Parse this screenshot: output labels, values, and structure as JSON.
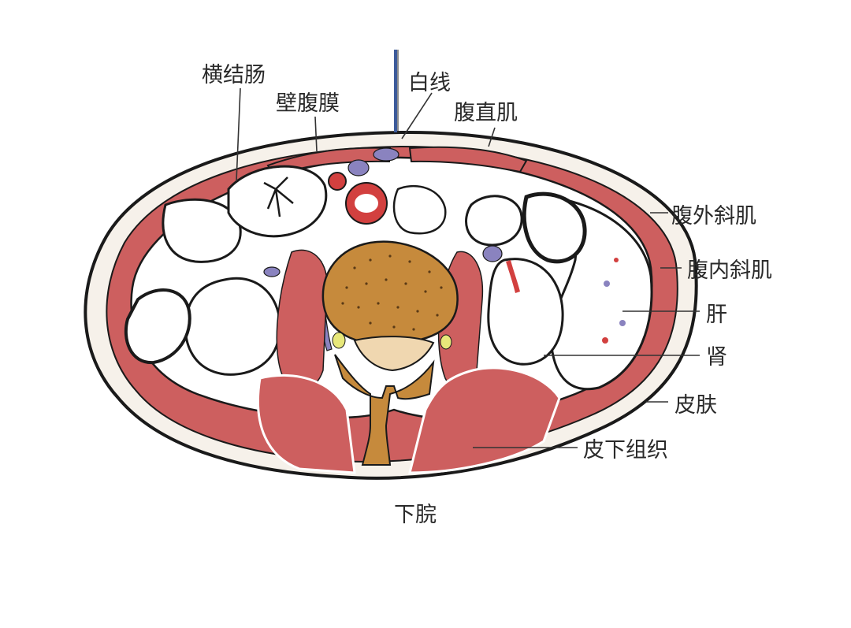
{
  "diagram": {
    "labels": {
      "transverse_colon": "横结肠",
      "parietal_peritoneum": "壁腹膜",
      "linea_alba": "白线",
      "rectus_abdominis": "腹直肌",
      "external_oblique": "腹外斜肌",
      "internal_oblique": "腹内斜肌",
      "liver": "肝",
      "kidney": "肾",
      "skin": "皮肤",
      "subcutaneous_tissue": "皮下组织",
      "caption": "下脘"
    },
    "colors": {
      "muscle": "#cd5f5f",
      "vertebra": "#c68a3c",
      "vein": "#8a83bf",
      "artery": "#d2403f",
      "probe": "#3c5a9a",
      "organ_fill": "#ffffff",
      "ink": "#1a1a1a"
    }
  }
}
